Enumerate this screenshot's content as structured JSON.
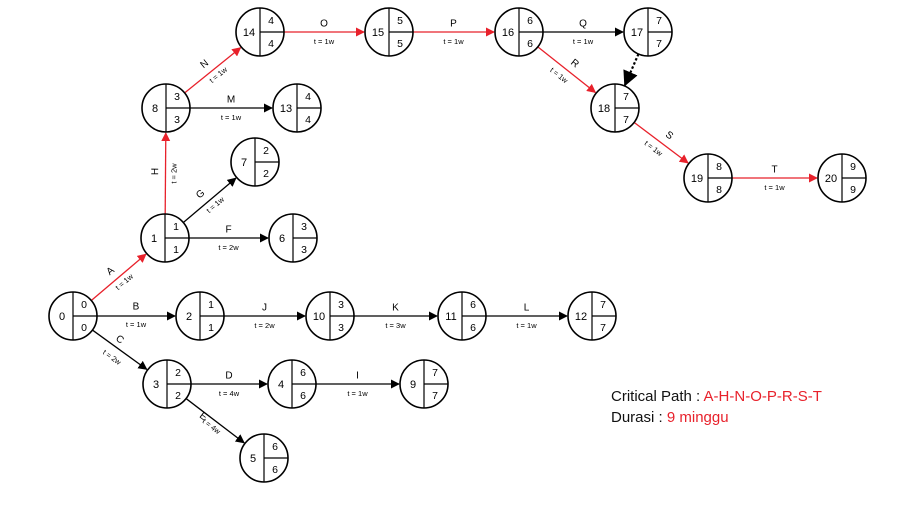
{
  "colors": {
    "critical": "#e8212b",
    "normal": "#000000"
  },
  "nodes": [
    {
      "id": "0",
      "es": "0",
      "lf": "0"
    },
    {
      "id": "1",
      "es": "1",
      "lf": "1"
    },
    {
      "id": "2",
      "es": "1",
      "lf": "1"
    },
    {
      "id": "3",
      "es": "2",
      "lf": "2"
    },
    {
      "id": "4",
      "es": "6",
      "lf": "6"
    },
    {
      "id": "5",
      "es": "6",
      "lf": "6"
    },
    {
      "id": "6",
      "es": "3",
      "lf": "3"
    },
    {
      "id": "7",
      "es": "2",
      "lf": "2"
    },
    {
      "id": "8",
      "es": "3",
      "lf": "3"
    },
    {
      "id": "9",
      "es": "7",
      "lf": "7"
    },
    {
      "id": "10",
      "es": "3",
      "lf": "3"
    },
    {
      "id": "11",
      "es": "6",
      "lf": "6"
    },
    {
      "id": "12",
      "es": "7",
      "lf": "7"
    },
    {
      "id": "13",
      "es": "4",
      "lf": "4"
    },
    {
      "id": "14",
      "es": "4",
      "lf": "4"
    },
    {
      "id": "15",
      "es": "5",
      "lf": "5"
    },
    {
      "id": "16",
      "es": "6",
      "lf": "6"
    },
    {
      "id": "17",
      "es": "7",
      "lf": "7"
    },
    {
      "id": "18",
      "es": "7",
      "lf": "7"
    },
    {
      "id": "19",
      "es": "8",
      "lf": "8"
    },
    {
      "id": "20",
      "es": "9",
      "lf": "9"
    }
  ],
  "activities": [
    {
      "name": "A",
      "from": "0",
      "to": "1",
      "dur": "t = 1w",
      "critical": true
    },
    {
      "name": "B",
      "from": "0",
      "to": "2",
      "dur": "t = 1w",
      "critical": false
    },
    {
      "name": "C",
      "from": "0",
      "to": "3",
      "dur": "t = 2w",
      "critical": false
    },
    {
      "name": "D",
      "from": "3",
      "to": "4",
      "dur": "t = 4w",
      "critical": false
    },
    {
      "name": "E",
      "from": "3",
      "to": "5",
      "dur": "t = 4w",
      "critical": false
    },
    {
      "name": "F",
      "from": "1",
      "to": "6",
      "dur": "t = 2w",
      "critical": false
    },
    {
      "name": "G",
      "from": "1",
      "to": "7",
      "dur": "t = 1w",
      "critical": false
    },
    {
      "name": "H",
      "from": "1",
      "to": "8",
      "dur": "t = 2w",
      "critical": true
    },
    {
      "name": "I",
      "from": "4",
      "to": "9",
      "dur": "t = 1w",
      "critical": false
    },
    {
      "name": "J",
      "from": "2",
      "to": "10",
      "dur": "t = 2w",
      "critical": false
    },
    {
      "name": "K",
      "from": "10",
      "to": "11",
      "dur": "t = 3w",
      "critical": false
    },
    {
      "name": "L",
      "from": "11",
      "to": "12",
      "dur": "t = 1w",
      "critical": false
    },
    {
      "name": "M",
      "from": "8",
      "to": "13",
      "dur": "t = 1w",
      "critical": false
    },
    {
      "name": "N",
      "from": "8",
      "to": "14",
      "dur": "t = 1w",
      "critical": true
    },
    {
      "name": "O",
      "from": "14",
      "to": "15",
      "dur": "t = 1w",
      "critical": true
    },
    {
      "name": "P",
      "from": "15",
      "to": "16",
      "dur": "t = 1w",
      "critical": true
    },
    {
      "name": "Q",
      "from": "16",
      "to": "17",
      "dur": "t = 1w",
      "critical": false
    },
    {
      "name": "R",
      "from": "16",
      "to": "18",
      "dur": "t = 1w",
      "critical": true
    },
    {
      "name": "S",
      "from": "18",
      "to": "19",
      "dur": "t = 1w",
      "critical": true
    },
    {
      "name": "T",
      "from": "19",
      "to": "20",
      "dur": "t = 1w",
      "critical": true
    }
  ],
  "dummies": [
    {
      "from": "17",
      "to": "18"
    }
  ],
  "legend": {
    "critical_label": "Critical Path :",
    "critical_value": "A-H-N-O-P-R-S-T",
    "duration_label": "Durasi :",
    "duration_value": "9 minggu"
  }
}
